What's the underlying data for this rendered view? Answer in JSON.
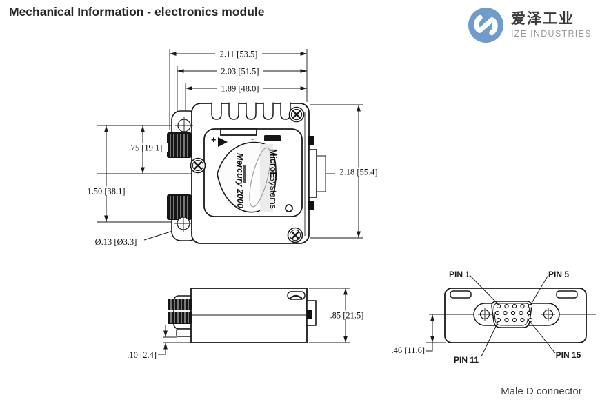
{
  "header": {
    "title": "Mechanical Information - electronics module"
  },
  "logo": {
    "name_cn": "爱泽工业",
    "name_en": "IZE INDUSTRIES",
    "brand_blue": "#6f9ccb"
  },
  "drawing": {
    "module_label": {
      "plus": "+",
      "minus": "-",
      "product": "Mercury 2000",
      "brand_top": "MicroE",
      "brand_bottom": "Systems"
    },
    "top_view": {
      "dim_width_outer": "2.11 [53.5]",
      "dim_width_mid": "2.03 [51.5]",
      "dim_width_inner": "1.89 [48.0]",
      "dim_height": "2.18 [55.4]",
      "dim_hole_spacing": "1.50 [38.1]",
      "dim_hole_to_center": ".75 [19.1]",
      "dim_hole_diameter": "Ø.13 [Ø3.3]"
    },
    "side_view": {
      "dim_height": ".85 [21.5]",
      "dim_base_lip": ".10 [2.4]"
    },
    "end_view": {
      "dim_center_to_base": ".46 [11.6]",
      "pin_labels": {
        "pin1": "PIN 1",
        "pin5": "PIN 5",
        "pin11": "PIN 11",
        "pin15": "PIN 15"
      },
      "caption": "Male D connector"
    }
  }
}
